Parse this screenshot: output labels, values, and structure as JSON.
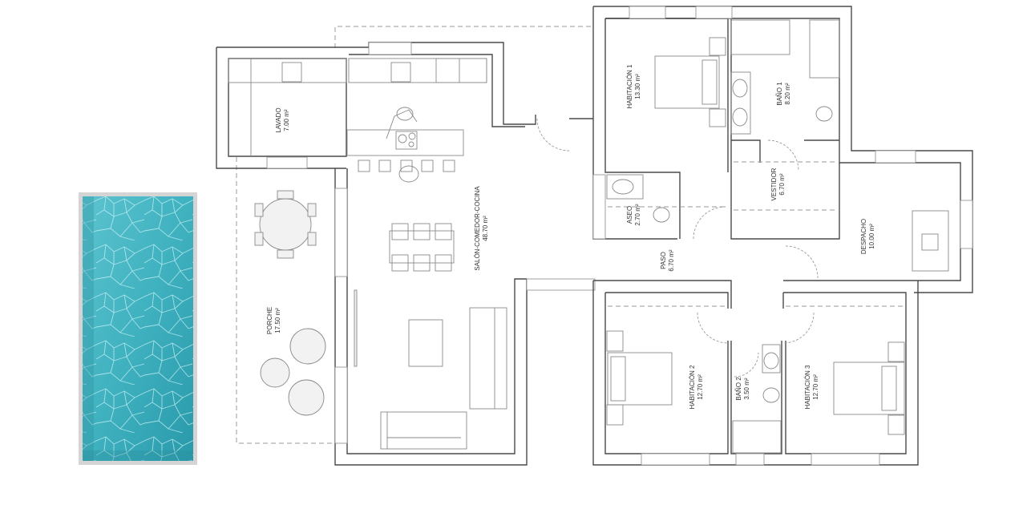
{
  "plan": {
    "title": "Floor plan",
    "colors": {
      "wall": "#4a4a4a",
      "furniture": "#8a8a8a",
      "pool_water": "#3fb1bf",
      "pool_edge": "#d4d4d4",
      "background": "#ffffff"
    },
    "rooms": [
      {
        "id": "lavado",
        "name": "LAVADO",
        "area": "7.00 m²"
      },
      {
        "id": "salon",
        "name": "SALÓN-COMEDOR-COCINA",
        "area": "48.70 m²"
      },
      {
        "id": "porche",
        "name": "PORCHE",
        "area": "17.50 m²"
      },
      {
        "id": "hab1",
        "name": "HABITACIÓN  1",
        "area": "13.30 m²"
      },
      {
        "id": "bano1",
        "name": "BAÑO 1",
        "area": "8.20 m²"
      },
      {
        "id": "aseo",
        "name": "ASEO",
        "area": "2.70 m²"
      },
      {
        "id": "vestidor",
        "name": "VESTIDOR",
        "area": "6.70 m²"
      },
      {
        "id": "paso",
        "name": "PASO",
        "area": "6.70 m²"
      },
      {
        "id": "despacho",
        "name": "DESPACHO",
        "area": "10.00 m²"
      },
      {
        "id": "hab2",
        "name": "HABITACIÓN  2",
        "area": "12.70 m²"
      },
      {
        "id": "bano2",
        "name": "BAÑO 2",
        "area": "3.50 m²"
      },
      {
        "id": "hab3",
        "name": "HABITACIÓN  3",
        "area": "12.70 m²"
      }
    ]
  }
}
